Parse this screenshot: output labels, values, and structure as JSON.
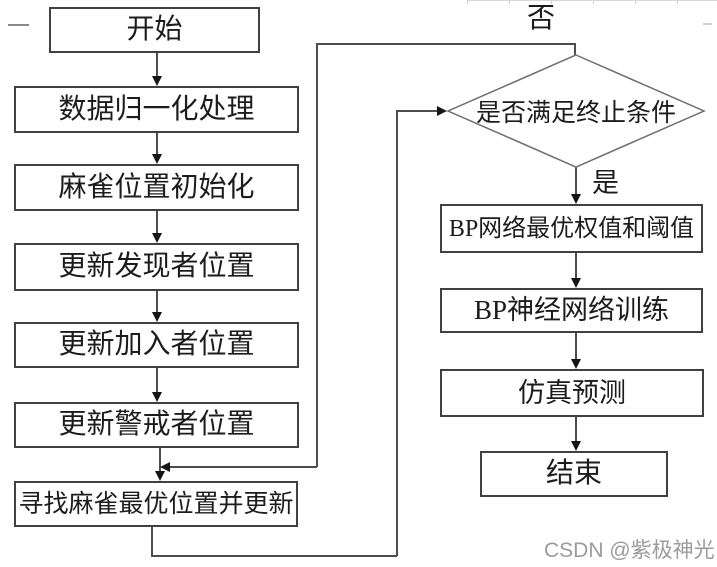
{
  "diagram_type": "flowchart",
  "nodes": {
    "start": "开始",
    "normalize": "数据归一化处理",
    "init_position": "麻雀位置初始化",
    "update_discoverer": "更新发现者位置",
    "update_joiner": "更新加入者位置",
    "update_scout": "更新警戒者位置",
    "find_best": "寻找麻雀最优位置并更新",
    "decision": "是否满足终止条件",
    "bp_weights": "BP网络最优权值和阈值",
    "bp_training": "BP神经网络训练",
    "simulation": "仿真预测",
    "end": "结束"
  },
  "edge_labels": {
    "no": "否",
    "yes": "是"
  },
  "watermark": {
    "text": "CSDN @紫极神光",
    "color": "#9b9b9b"
  },
  "colors": {
    "background": "#ffffff",
    "box_border": "#404040",
    "line": "#4d4d4d",
    "text": "#1c1c1c"
  }
}
